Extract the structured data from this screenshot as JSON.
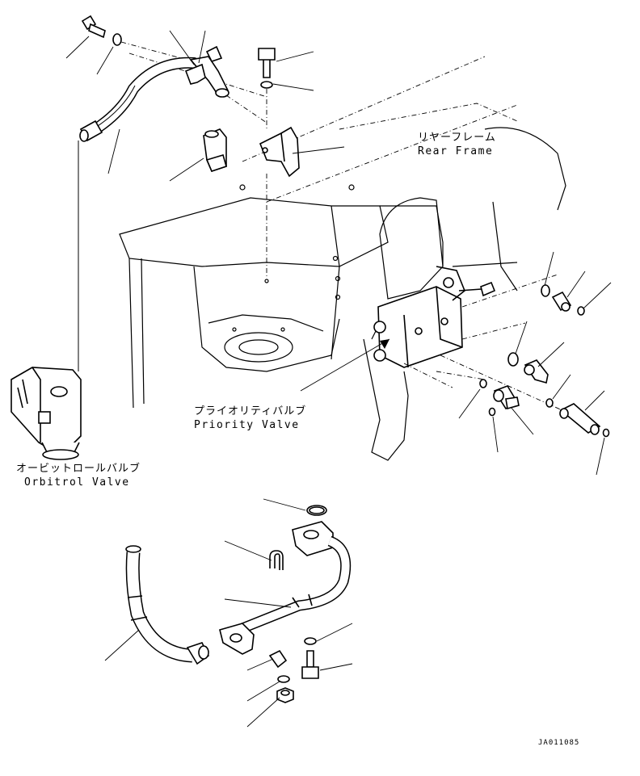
{
  "labels": {
    "rear_frame_jp": "リヤーフレーム",
    "rear_frame_en": "Rear Frame",
    "priority_valve_jp": "プライオリティバルブ",
    "priority_valve_en": "Priority Valve",
    "orbitrol_valve_jp": "オービットロールバルブ",
    "orbitrol_valve_en": "Orbitrol Valve"
  },
  "drawing_code": "JA011085"
}
